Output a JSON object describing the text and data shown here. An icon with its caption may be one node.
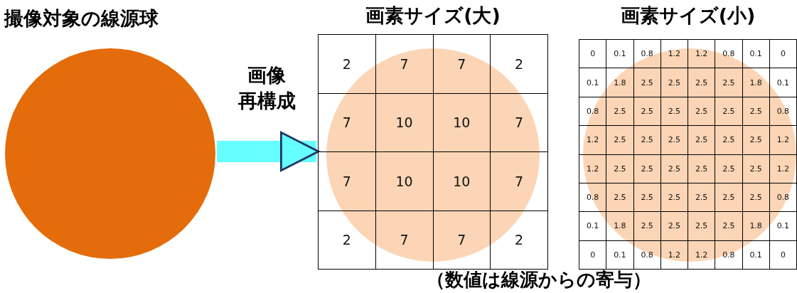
{
  "diagram": {
    "caption": "（数値は線源からの寄与）",
    "nodes": [
      {
        "text": [
          "撮像対象の線源球"
        ]
      },
      {
        "text": [
          "画素サイズ(大)"
        ]
      },
      {
        "text": [
          "画素サイズ(小)"
        ]
      }
    ],
    "edges": [
      {
        "from": 0,
        "to": 1,
        "arrow": "to",
        "label": "画像再構成"
      }
    ],
    "labels": [
      "2",
      "7",
      "7",
      "2",
      "7",
      "10",
      "10",
      "7",
      "7",
      "10",
      "10",
      "7",
      "2",
      "7",
      "7",
      "2",
      "0",
      "0.1",
      "0.8",
      "1.2",
      "1.2",
      "0.8",
      "0.1",
      "0",
      "0.1",
      "1.8",
      "2.5",
      "2.5",
      "2.5",
      "2.5",
      "1.8",
      "0.1",
      "0.8",
      "2.5",
      "2.5",
      "2.5",
      "2.5",
      "2.5",
      "2.5",
      "0.8",
      "1.2",
      "2.5",
      "2.5",
      "2.5",
      "2.5",
      "2.5",
      "2.5",
      "1.2",
      "1.2",
      "2.5",
      "2.5",
      "2.5",
      "2.5",
      "2.5",
      "2.5",
      "1.2",
      "0.8",
      "2.5",
      "2.5",
      "2.5",
      "2.5",
      "2.5",
      "2.5",
      "0.8",
      "0.1",
      "1.8",
      "2.5",
      "2.5",
      "2.5",
      "2.5",
      "1.8",
      "0.1",
      "0",
      "0.1",
      "0.8",
      "1.2",
      "1.2",
      "0.8",
      "0.1",
      "0"
    ]
  }
}
